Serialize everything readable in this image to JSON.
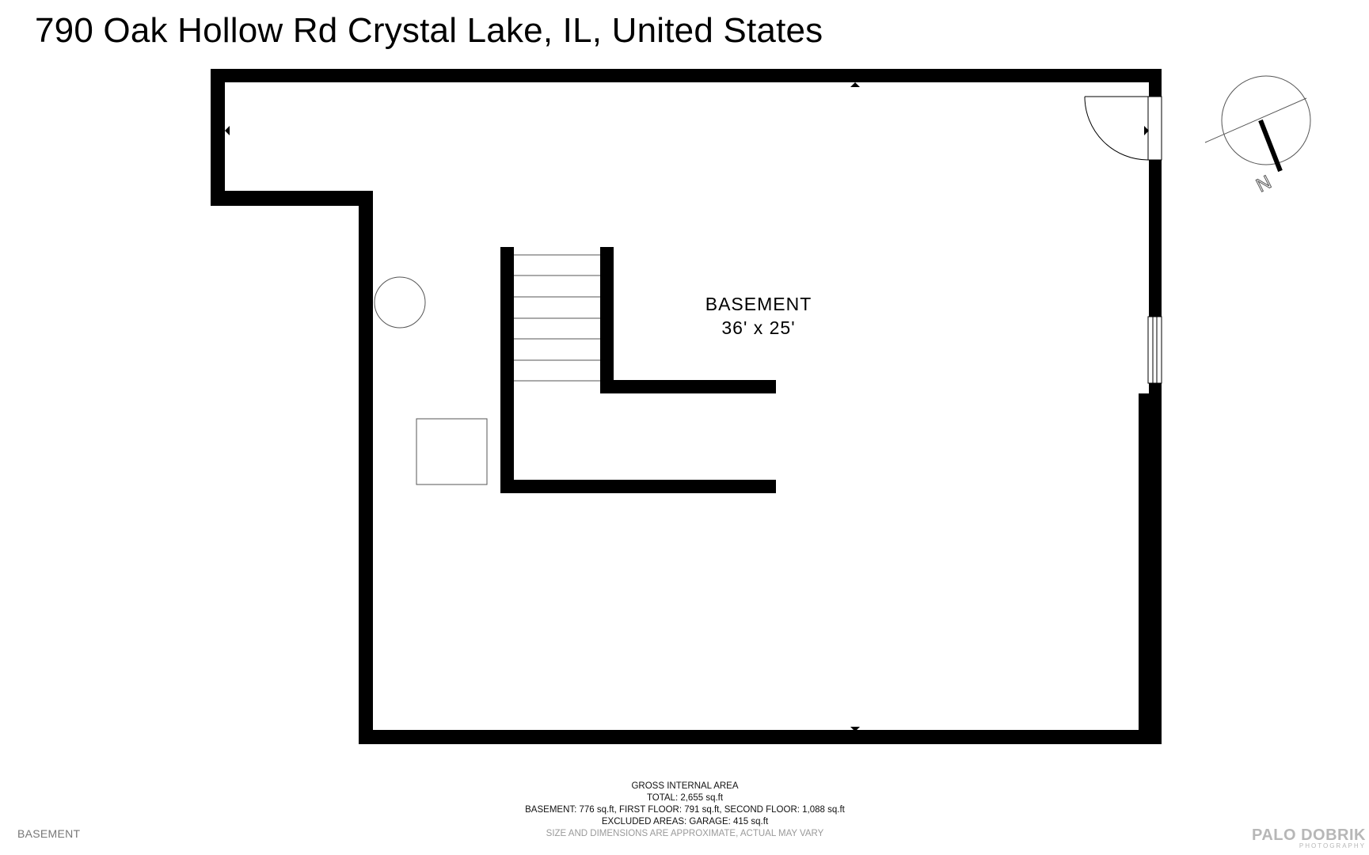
{
  "title": "790 Oak Hollow Rd Crystal Lake, IL, United States",
  "room": {
    "name": "BASEMENT",
    "dimensions": "36' x 25'"
  },
  "compass": {
    "label": "N"
  },
  "area_summary": {
    "heading": "GROSS INTERNAL AREA",
    "total": "TOTAL: 2,655 sq.ft",
    "floors": "BASEMENT: 776 sq.ft, FIRST FLOOR: 791 sq.ft, SECOND FLOOR: 1,088 sq.ft",
    "excluded": "EXCLUDED AREAS: GARAGE: 415 sq.ft",
    "disclaimer": "SIZE AND DIMENSIONS ARE APPROXIMATE, ACTUAL MAY VARY"
  },
  "floor_caption": "BASEMENT",
  "brand": {
    "name": "PALO DOBRIK",
    "tagline": "PHOTOGRAPHY"
  },
  "colors": {
    "wall": "#000000",
    "background": "#ffffff",
    "fixture_stroke": "#555555",
    "footer_muted": "#9a9a9a",
    "logo": "#b7b7b7"
  }
}
